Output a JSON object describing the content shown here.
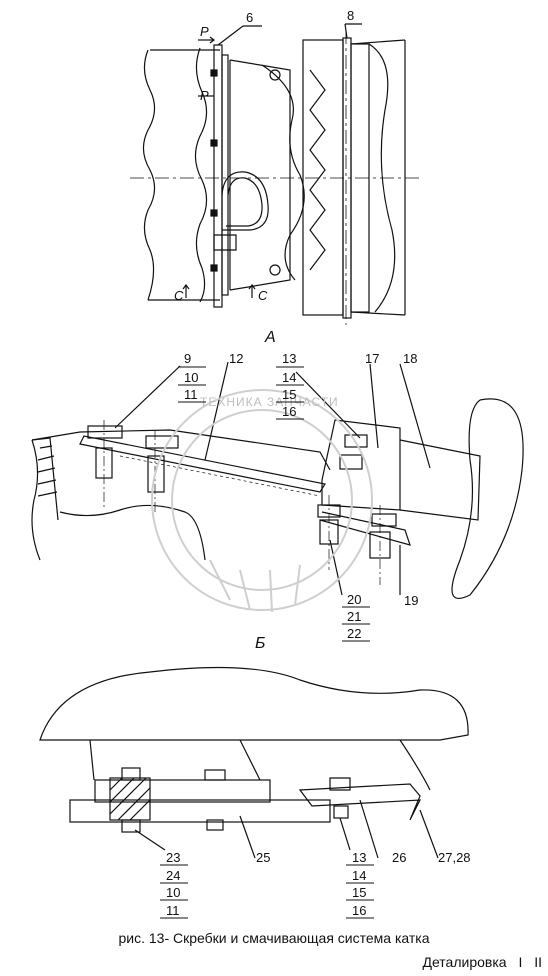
{
  "views": {
    "a": "А",
    "b": "Б"
  },
  "section_marks": {
    "p": "Р",
    "c": "С"
  },
  "callouts": {
    "c6": "6",
    "c8": "8",
    "c9": "9",
    "c10": "10",
    "c11": "11",
    "c12": "12",
    "c13": "13",
    "c14": "14",
    "c15": "15",
    "c16": "16",
    "c17": "17",
    "c18": "18",
    "c19": "19",
    "c20": "20",
    "c21": "21",
    "c22": "22",
    "c23": "23",
    "c24": "24",
    "c10b": "10",
    "c11b": "11",
    "c25": "25",
    "c13b": "13",
    "c14b": "14",
    "c15b": "15",
    "c16b": "16",
    "c26": "26",
    "c2728": "27,28"
  },
  "watermark": "ТЕХНИКА ЗАПЧАСТИ",
  "caption": "рис. 13- Скребки и смачивающая система катка",
  "footer": {
    "title": "Деталировка",
    "page1": "I",
    "page2": "II"
  }
}
